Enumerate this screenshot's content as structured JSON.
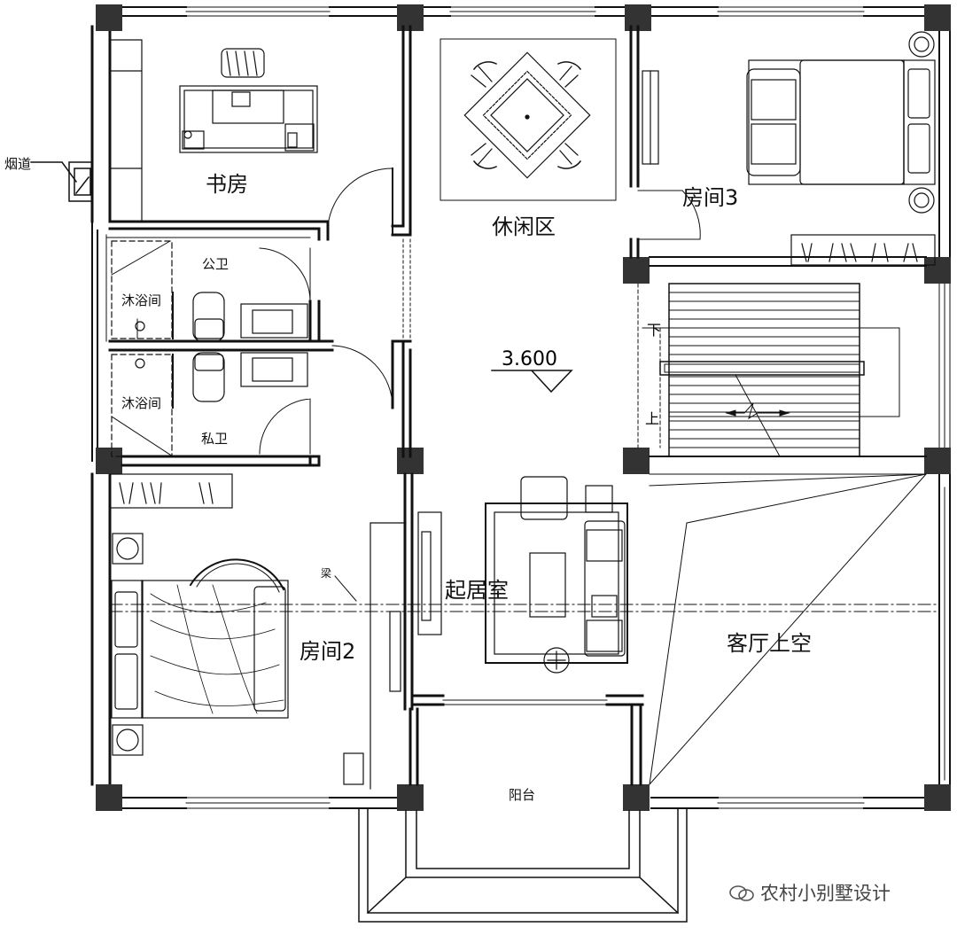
{
  "rooms": {
    "study": "书房",
    "leisure": "休闲区",
    "room3": "房间3",
    "public_bath": "公卫",
    "shower1": "沐浴间",
    "shower2": "沐浴间",
    "private_bath": "私卫",
    "living": "起居室",
    "room2": "房间2",
    "void": "客厅上空",
    "balcony": "阳台",
    "chimney": "烟道",
    "beam": "梁"
  },
  "stairs": {
    "down": "下",
    "up": "上"
  },
  "elevation": "3.600",
  "watermark": "农村小别墅设计",
  "colors": {
    "wall": "#111111",
    "column": "#333333",
    "line": "#222222"
  }
}
